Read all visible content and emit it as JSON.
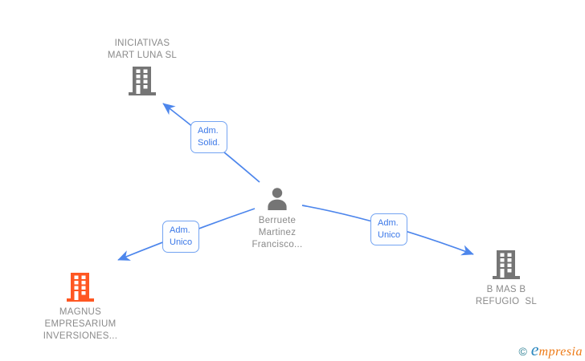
{
  "diagram": {
    "person": {
      "icon": "person-silhouette",
      "name_lines": [
        "Berruete",
        "Martinez",
        "Francisco..."
      ]
    },
    "companies": {
      "top": {
        "icon": "building",
        "name_lines": [
          "INICIATIVAS",
          "MART LUNA SL"
        ]
      },
      "left": {
        "icon": "building",
        "name_lines": [
          "MAGNUS",
          "EMPRESARIUM",
          "INVERSIONES..."
        ]
      },
      "right": {
        "icon": "building",
        "name_lines": [
          "B MAS B",
          "REFUGIO  SL"
        ]
      }
    },
    "edges": {
      "top": {
        "label_lines": [
          "Adm.",
          "Solid."
        ]
      },
      "left": {
        "label_lines": [
          "Adm.",
          "Unico"
        ]
      },
      "right": {
        "label_lines": [
          "Adm.",
          "Unico"
        ]
      }
    }
  },
  "watermark": {
    "copyright": "©",
    "brand_initial": "e",
    "brand_rest": "mpresia"
  },
  "colors": {
    "edge": "#4D86EC",
    "label_text": "#3B78E8",
    "label_border": "#74A4F2",
    "node_text": "#8A8A8A",
    "building_gray": "#757575",
    "building_orange": "#FF5722",
    "person_gray": "#757575",
    "wm_teal": "#2B7F93",
    "wm_blue": "#2E89C0",
    "wm_orange": "#EE7B17"
  }
}
